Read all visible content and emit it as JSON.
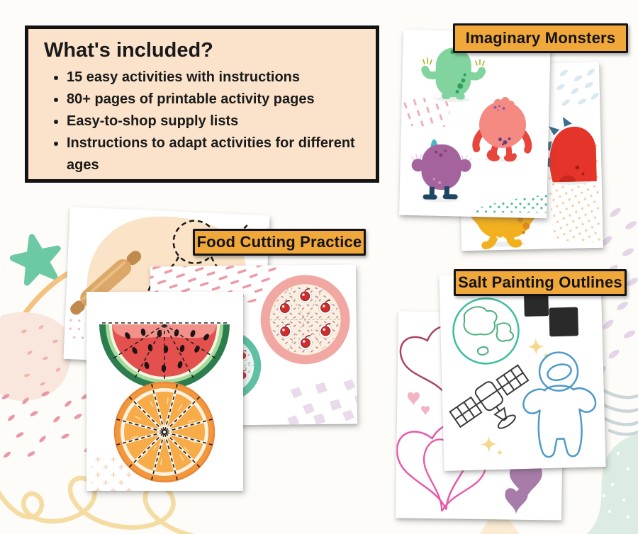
{
  "colors": {
    "background": "#FDFCF8",
    "card_bg": "#FFFFFF",
    "label_bg": "#F1A83B",
    "label_border": "#131313",
    "label_text": "#131313",
    "info_box_bg": "#FBE3CB",
    "info_box_border": "#131313",
    "info_text": "#1A1A1A"
  },
  "info_box": {
    "heading": "What's included?",
    "bullets": [
      "15 easy activities with instructions",
      "80+ pages of printable activity pages",
      "Easy-to-shop supply lists",
      "Instructions to adapt activities for different ages"
    ]
  },
  "sections": {
    "monsters": {
      "label": "Imaginary Monsters"
    },
    "food": {
      "label": "Food Cutting Practice"
    },
    "salt": {
      "label": "Salt Painting Outlines"
    }
  }
}
